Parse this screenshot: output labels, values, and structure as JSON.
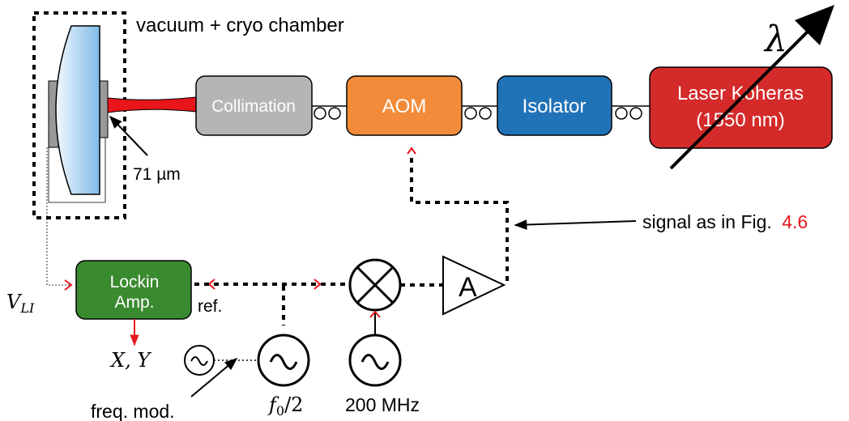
{
  "chamber_label": "vacuum + cryo chamber",
  "gap_label": "71 µm",
  "components": {
    "collimation": "Collimation",
    "aom": "AOM",
    "isolator": "Isolator",
    "laser_line1": "Laser Koheras",
    "laser_line2": "(1550 nm)",
    "lockin_line1": "Lockin",
    "lockin_line2": "Amp.",
    "amplifier": "A"
  },
  "tunable_symbol": "λ",
  "signal_label_prefix": "signal as in Fig.",
  "signal_label_ref": "4.6",
  "ref_label": "ref.",
  "vli_main": "V",
  "vli_sub": "LI",
  "xy_label": "X, Y",
  "freq_mod_label": "freq. mod.",
  "f0_main": "f",
  "f0_sub": "0",
  "f0_rest": "/2",
  "rf_label": "200 MHz",
  "colors": {
    "collimation": "#b5b5b5",
    "aom": "#f28c3a",
    "isolator": "#2173b8",
    "laser": "#d42a2a",
    "lockin": "#3a8a30",
    "beam": "#e8151b",
    "arrow_red": "#e8151b",
    "mirror_light": "#dcecf8",
    "mirror_dark": "#8fc4ec",
    "reference_link": "#e8151b"
  }
}
